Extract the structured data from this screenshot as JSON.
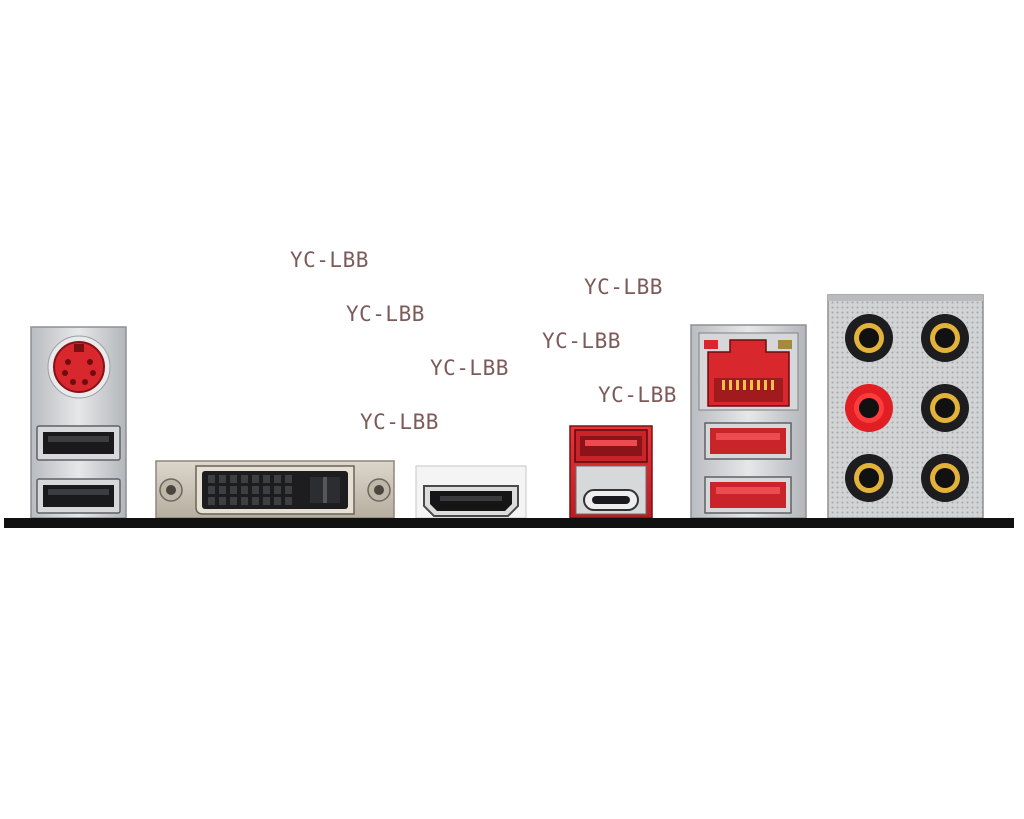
{
  "watermarks": [
    "YC-LBB",
    "YC-LBB",
    "YC-LBB",
    "YC-LBB",
    "YC-LBB",
    "YC-LBB",
    "YC-LBB"
  ],
  "colors": {
    "background": "#ffffff",
    "baseline": "#111111",
    "accent_red": "#d9262c",
    "shield_silver": "#cfd1d4",
    "dvi_metal": "#c9c2b6",
    "audio_ring_gold": "#e2b23a",
    "audio_ring_red": "#ee2222",
    "watermark_text": "#7d5a5a"
  },
  "ports": {
    "ps2": "ps2-port-icon",
    "usb_a_left": [
      "usb-a-port-icon",
      "usb-a-port-icon"
    ],
    "dvi": "dvi-port-icon",
    "hdmi": "hdmi-port-icon",
    "usb_a_red_stack": [
      "usb-a-port-icon",
      "usb-c-port-icon"
    ],
    "rj45": "ethernet-port-icon",
    "usb_a_under_lan": [
      "usb-a-port-icon",
      "usb-a-port-icon"
    ],
    "audio_jacks": [
      "audio-jack-icon",
      "audio-jack-icon",
      "audio-jack-icon",
      "audio-jack-icon",
      "audio-jack-icon",
      "audio-jack-icon"
    ]
  }
}
